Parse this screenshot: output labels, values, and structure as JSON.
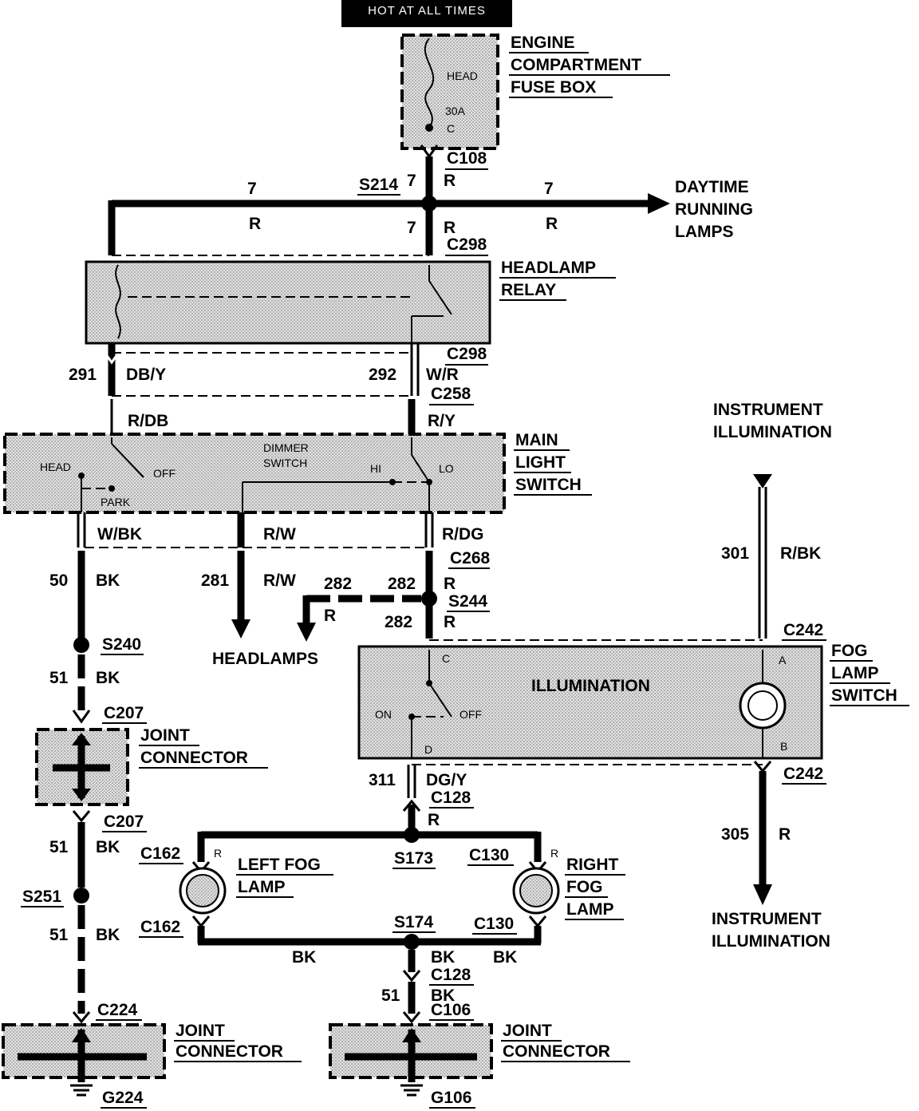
{
  "header": {
    "title": "HOT AT ALL TIMES"
  },
  "fuse_box": {
    "label": [
      "ENGINE",
      "COMPARTMENT",
      "FUSE BOX"
    ],
    "fuse_name": "HEAD",
    "fuse_rating": "30A",
    "terminal": "C"
  },
  "daytime": {
    "label": [
      "DAYTIME",
      "RUNNING",
      "LAMPS"
    ]
  },
  "headlamp_relay": {
    "label": [
      "HEADLAMP",
      "RELAY"
    ]
  },
  "main_light_switch": {
    "label": [
      "MAIN",
      "LIGHT",
      "SWITCH"
    ],
    "dimmer": [
      "DIMMER",
      "SWITCH"
    ],
    "pos_head": "HEAD",
    "pos_park": "PARK",
    "pos_off": "OFF",
    "pos_hi": "HI",
    "pos_lo": "LO"
  },
  "instrument_top": {
    "label": [
      "INSTRUMENT",
      "ILLUMINATION"
    ]
  },
  "instrument_bottom": {
    "label": [
      "INSTRUMENT",
      "ILLUMINATION"
    ]
  },
  "headlamps": {
    "label": "HEADLAMPS"
  },
  "fog_switch": {
    "label": [
      "FOG",
      "LAMP",
      "SWITCH"
    ],
    "illum": "ILLUMINATION",
    "pin_c": "C",
    "pin_d": "D",
    "pin_a": "A",
    "pin_b": "B",
    "pos_on": "ON",
    "pos_off": "OFF"
  },
  "left_fog": {
    "label": [
      "LEFT FOG",
      "LAMP"
    ]
  },
  "right_fog": {
    "label": [
      "RIGHT",
      "FOG",
      "LAMP"
    ]
  },
  "joint_connectors": {
    "j1": [
      "JOINT",
      "CONNECTOR"
    ],
    "j2": [
      "JOINT",
      "CONNECTOR"
    ],
    "j3": [
      "JOINT",
      "CONNECTOR"
    ]
  },
  "connectors": {
    "c108": "C108",
    "c298_top": "C298",
    "c298_bot": "C298",
    "c258": "C258",
    "c268": "C268",
    "c242_top": "C242",
    "c242_bot": "C242",
    "c207_top": "C207",
    "c207_bot": "C207",
    "c128_top": "C128",
    "c128_bot": "C128",
    "c162_top": "C162",
    "c162_bot": "C162",
    "c130_top": "C130",
    "c130_bot": "C130",
    "c224": "C224",
    "c106": "C106"
  },
  "splices": {
    "s214": "S214",
    "s244": "S244",
    "s240": "S240",
    "s251": "S251",
    "s173": "S173",
    "s174": "S174"
  },
  "grounds": {
    "g224": "G224",
    "g106": "G106"
  },
  "wires": {
    "w7_top": "7",
    "w7_topc": "R",
    "w7_left": "7",
    "w7_leftc": "R",
    "w7_right": "7",
    "w7_rightc": "R",
    "w7_mid": "7",
    "w7_midc": "R",
    "w291": "291",
    "w291c": "DB/Y",
    "w292": "292",
    "w292c": "W/R",
    "rdb": "R/DB",
    "ry": "R/Y",
    "wbk": "W/BK",
    "rw": "R/W",
    "rdg": "R/DG",
    "w50": "50",
    "w50c": "BK",
    "w281": "281",
    "w281c": "R/W",
    "w282a": "282",
    "w282b": "282",
    "w282ac": "R",
    "w282bc": "R",
    "w282c": "282",
    "w282cc": "R",
    "w301": "301",
    "w301c": "R/BK",
    "w51a": "51",
    "w51ac": "BK",
    "w51b": "51",
    "w51bc": "BK",
    "w51c": "51",
    "w51cc": "BK",
    "w311": "311",
    "w311c": "DG/Y",
    "w128r": "R",
    "w305": "305",
    "w305c": "R",
    "lf_r": "R",
    "rf_r": "R",
    "bk_left": "BK",
    "bk_mid": "BK",
    "bk_right": "BK",
    "w51d": "51",
    "w51dc": "BK"
  }
}
